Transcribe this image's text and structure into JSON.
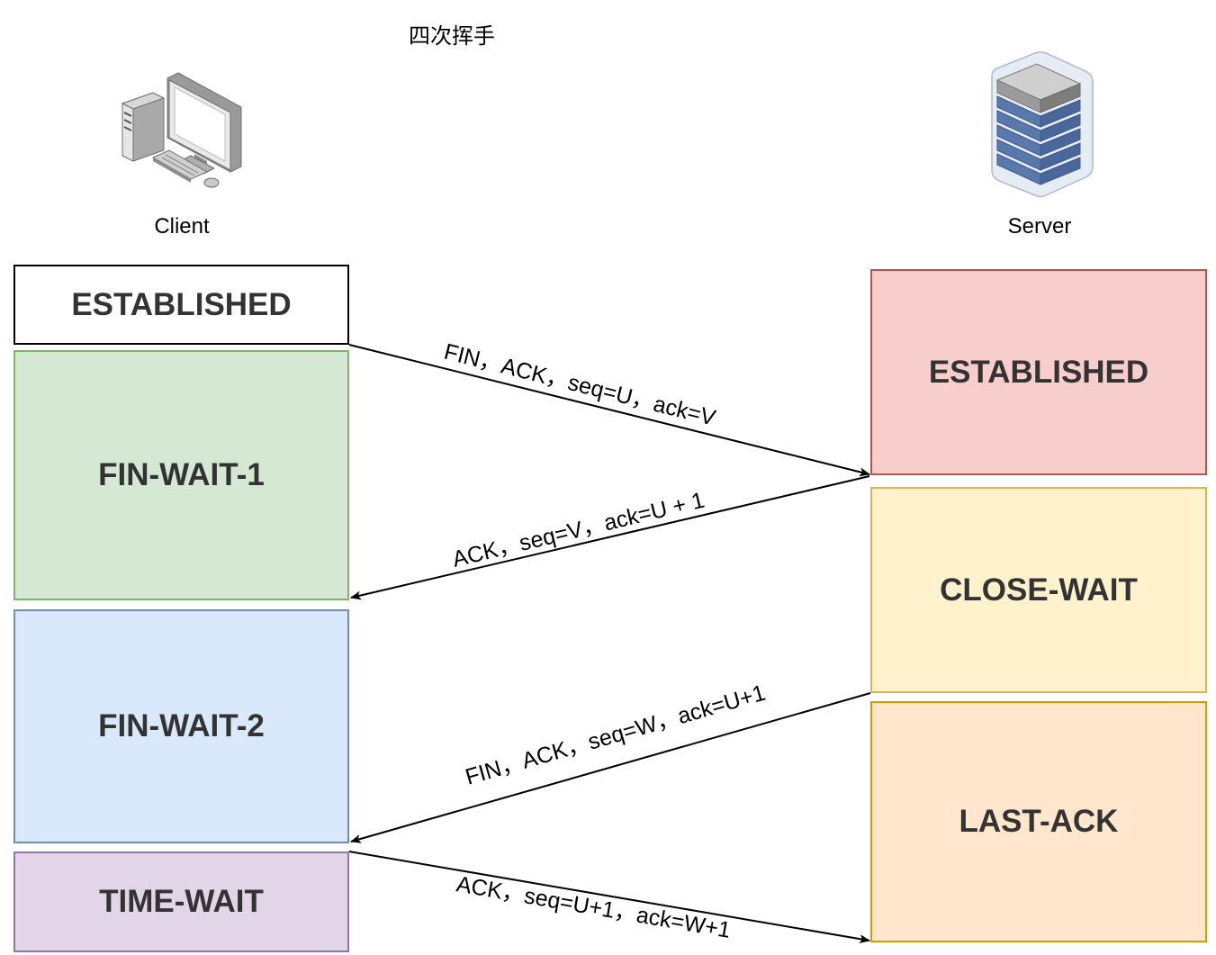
{
  "title": "四次挥手",
  "client": {
    "label": "Client",
    "icon": "desktop-computer-icon"
  },
  "server": {
    "label": "Server",
    "icon": "server-rack-icon"
  },
  "client_states": [
    {
      "label": "ESTABLISHED",
      "fill": "#ffffff",
      "stroke": "#000000"
    },
    {
      "label": "FIN-WAIT-1",
      "fill": "#d5e8d4",
      "stroke": "#82b366"
    },
    {
      "label": "FIN-WAIT-2",
      "fill": "#dae8fc",
      "stroke": "#6c8ebf"
    },
    {
      "label": "TIME-WAIT",
      "fill": "#e1d5e7",
      "stroke": "#9673a6"
    }
  ],
  "server_states": [
    {
      "label": "ESTABLISHED",
      "fill": "#f8cecc",
      "stroke": "#b85450"
    },
    {
      "label": "CLOSE-WAIT",
      "fill": "#fff2cc",
      "stroke": "#d6b656"
    },
    {
      "label": "LAST-ACK",
      "fill": "#ffe6cc",
      "stroke": "#d79b00"
    }
  ],
  "messages": [
    {
      "label": "FIN，ACK，seq=U，ack=V",
      "direction": "client-to-server"
    },
    {
      "label": "ACK，seq=V，ack=U + 1",
      "direction": "server-to-client"
    },
    {
      "label": "FIN，ACK，seq=W，ack=U+1",
      "direction": "server-to-client"
    },
    {
      "label": "ACK，seq=U+1，ack=W+1",
      "direction": "client-to-server"
    }
  ]
}
